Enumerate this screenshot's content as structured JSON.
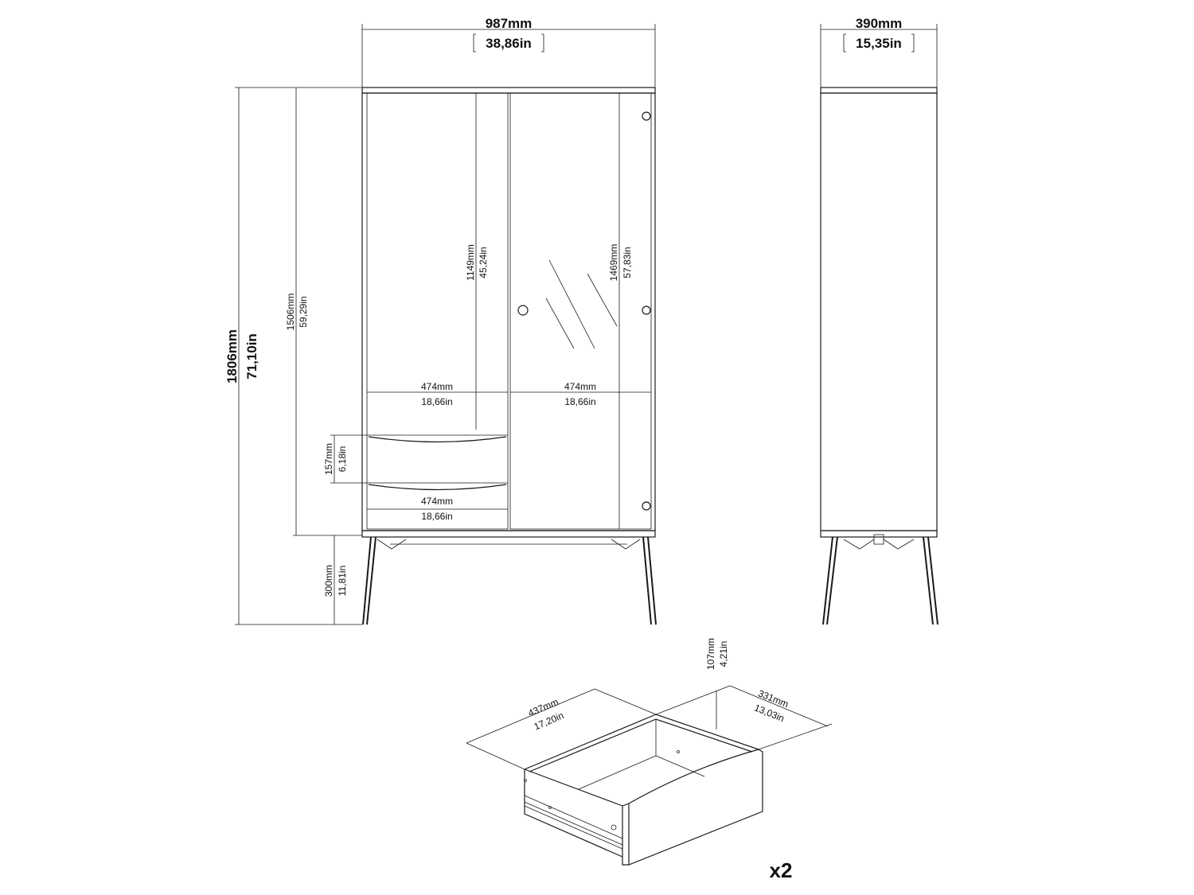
{
  "front_view": {
    "width": {
      "mm": "987mm",
      "in": "38,86in"
    },
    "total_height": {
      "mm": "1806mm",
      "in": "71,10in"
    },
    "body_height": {
      "mm": "1506mm",
      "in": "59,29in"
    },
    "leg_height": {
      "mm": "300mm",
      "in": "11,81in"
    },
    "drawer_height": {
      "mm": "157mm",
      "in": "6,18in"
    },
    "left_door_height": {
      "mm": "1149mm",
      "in": "45,24in"
    },
    "right_door_height": {
      "mm": "1469mm",
      "in": "57,83in"
    },
    "left_door_width": {
      "mm": "474mm",
      "in": "18,66in"
    },
    "right_door_width": {
      "mm": "474mm",
      "in": "18,66in"
    },
    "drawer_width": {
      "mm": "474mm",
      "in": "18,66in"
    }
  },
  "side_view": {
    "depth": {
      "mm": "390mm",
      "in": "15,35in"
    }
  },
  "drawer_view": {
    "width": {
      "mm": "437mm",
      "in": "17,20in"
    },
    "depth": {
      "mm": "331mm",
      "in": "13,03in"
    },
    "height": {
      "mm": "107mm",
      "in": "4,21in"
    },
    "quantity": "x2"
  }
}
